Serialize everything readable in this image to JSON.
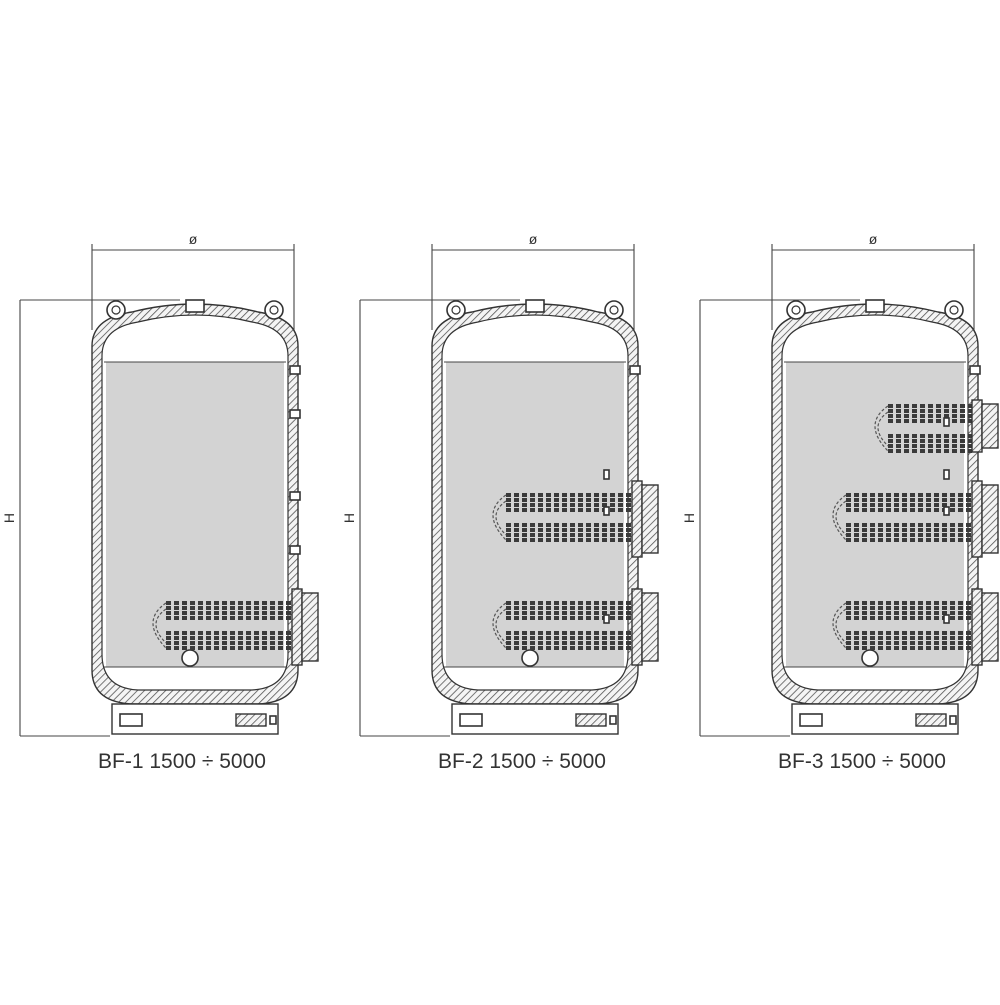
{
  "diagram": {
    "diameter_label": "ø",
    "height_label": "H",
    "tanks": [
      {
        "id": "bf-1",
        "caption": "BF-1 1500 ÷ 5000",
        "coil_count": 1
      },
      {
        "id": "bf-2",
        "caption": "BF-2 1500 ÷ 5000",
        "coil_count": 2
      },
      {
        "id": "bf-3",
        "caption": "BF-3 1500 ÷ 5000",
        "coil_count": 3
      }
    ]
  }
}
